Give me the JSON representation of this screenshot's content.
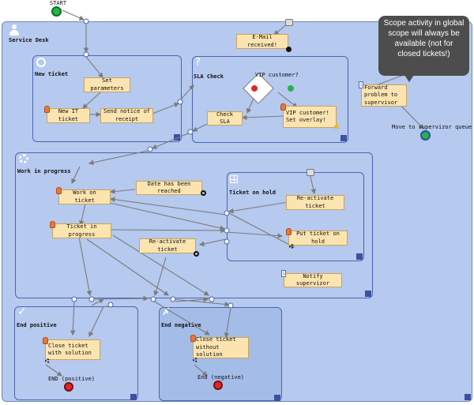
{
  "start": {
    "label": "START"
  },
  "lanes": {
    "service_desk": "Service Desk",
    "new_ticket": "New ticket",
    "sla_check": "SLA Check",
    "work_in_progress": "Work in progress",
    "ticket_on_hold": "Ticket on hold",
    "end_positive": "End positive",
    "end_negative": "End negative"
  },
  "tasks": {
    "email_received": "E-Mail received!",
    "set_parameters": "Set parameters",
    "new_it_ticket": "New IT ticket",
    "send_notice": "Send notice of receipt",
    "vip_customer": "VIP customer?",
    "check_sla": "Check SLA",
    "vip_overlay": "VIP customer! Set overlay!",
    "forward_problem": "Forward problem to supervisor",
    "move_supervisor": "Move to supervizor queue",
    "date_reached": "Date has been reached",
    "work_on_ticket": "Work on ticket",
    "ticket_in_progress": "Ticket in progress",
    "reactivate_ticket_1": "Re-activate ticket",
    "reactivate_ticket_2": "Re-activate ticket",
    "put_on_hold": "Put ticket on hold",
    "notify_supervisor": "Notify supervizor",
    "close_with_solution": "Close ticket with solution",
    "close_without_solution": "Close ticket without solution"
  },
  "ends": {
    "positive": "END (positive)",
    "negative": "End (negative)"
  },
  "callout": {
    "text": "Scope activity in global scope will always be available (not for closed tickets!)"
  },
  "colors": {
    "lane_fill": "#b6c9ee",
    "lane_border": "#6d87c4",
    "task_fill": "#fbe4b0",
    "task_border": "#c9a35d",
    "connector": "#7b7b7b",
    "start_green": "#27b34a",
    "end_red": "#e0282a",
    "callout_bg": "#4d4d4d",
    "negative_lane_fill": "#a3bce8"
  }
}
